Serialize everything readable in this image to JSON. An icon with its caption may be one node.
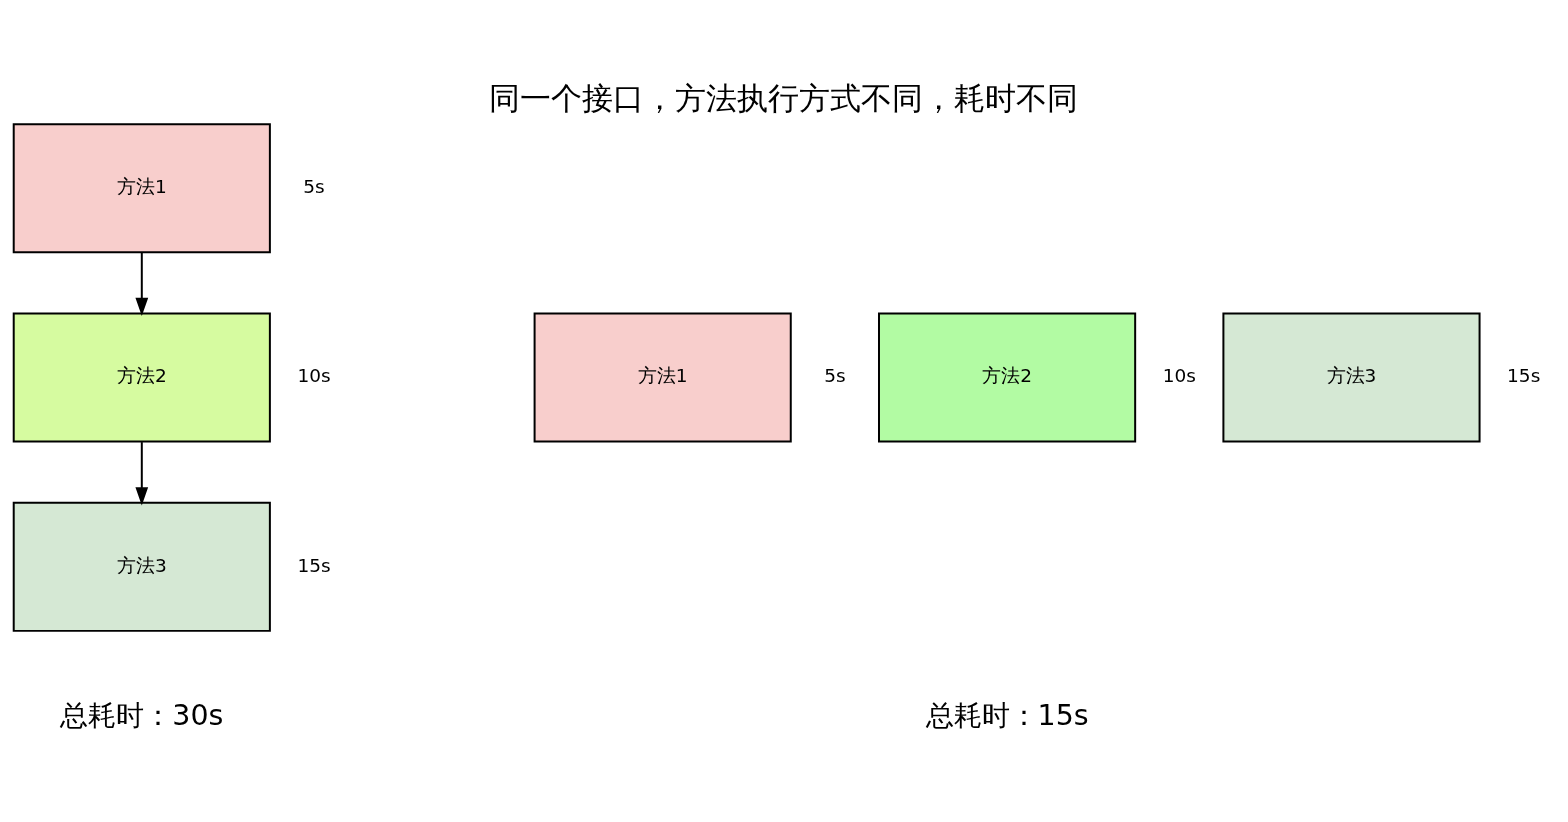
{
  "diagram": {
    "title": "同一个接口，方法执行方式不同，耗时不同",
    "nodes": [
      {
        "text": [
          "方法1"
        ],
        "beside": [
          "5s"
        ]
      },
      {
        "text": [
          "方法2"
        ],
        "beside": [
          "10s"
        ]
      },
      {
        "text": [
          "方法3"
        ],
        "beside": [
          "15s"
        ]
      },
      {
        "text": [
          "方法1"
        ],
        "beside": [
          "5s"
        ]
      },
      {
        "text": [
          "方法2"
        ],
        "beside": [
          "10s"
        ]
      },
      {
        "text": [
          "方法3"
        ],
        "beside": [
          "15s"
        ]
      }
    ],
    "edges": [
      {
        "from": 0,
        "to": 1,
        "arrow": "to"
      },
      {
        "from": 1,
        "to": 2,
        "arrow": "to"
      }
    ],
    "labels": [
      "总耗时：30s",
      "总耗时：15s"
    ]
  }
}
